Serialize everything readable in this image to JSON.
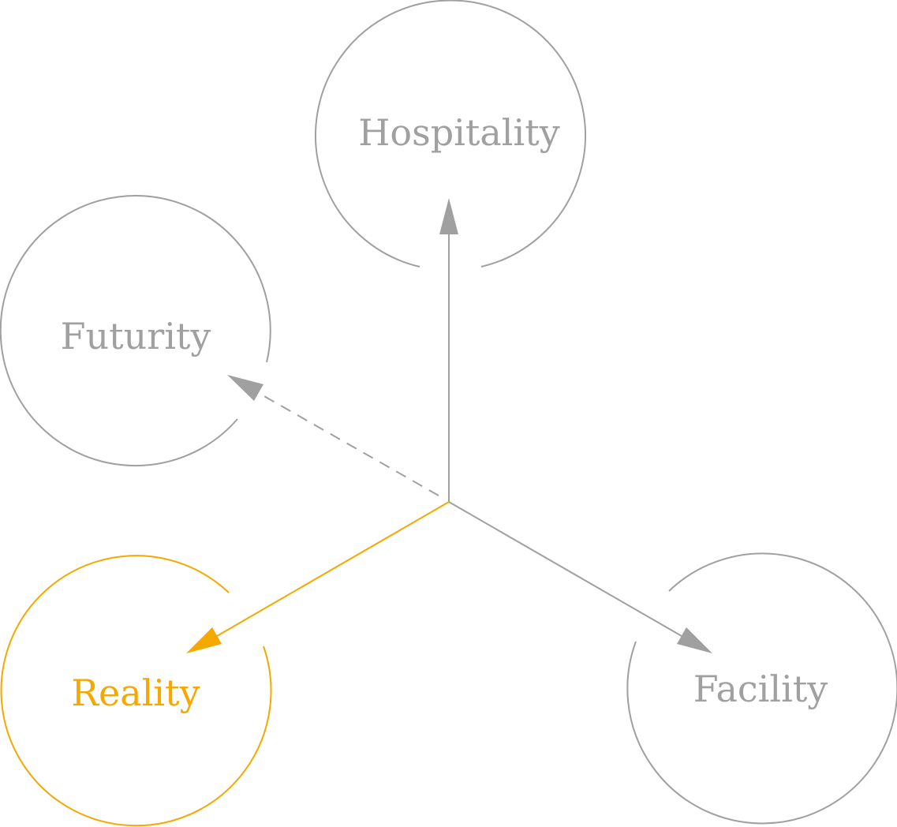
{
  "colors": {
    "neutral": "#a0a0a0",
    "highlight": "#f5a800",
    "background": "#ffffff"
  },
  "nodes": {
    "hospitality": {
      "label": "Hospitality",
      "state": "neutral"
    },
    "futurity": {
      "label": "Futurity",
      "state": "neutral"
    },
    "reality": {
      "label": "Reality",
      "state": "highlight"
    },
    "facility": {
      "label": "Facility",
      "state": "neutral"
    }
  },
  "edges": [
    {
      "from": "center",
      "to": "hospitality",
      "style": "solid",
      "state": "neutral"
    },
    {
      "from": "center",
      "to": "futurity",
      "style": "dashed",
      "state": "neutral"
    },
    {
      "from": "center",
      "to": "reality",
      "style": "solid",
      "state": "highlight"
    },
    {
      "from": "center",
      "to": "facility",
      "style": "solid",
      "state": "neutral"
    }
  ]
}
